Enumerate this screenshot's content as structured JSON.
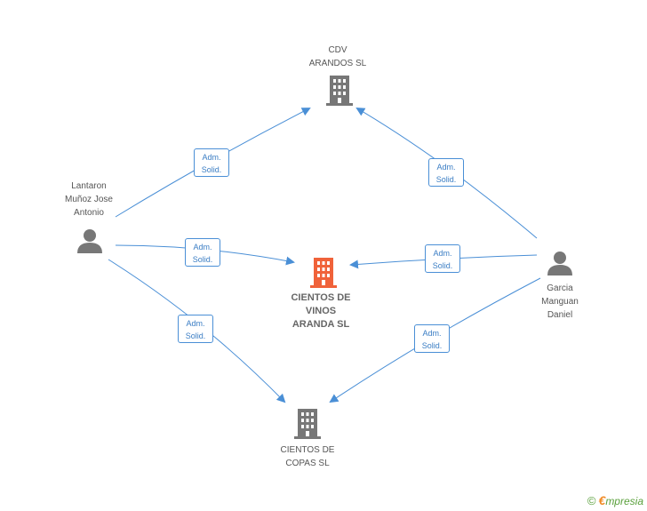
{
  "nodes": {
    "cdv": {
      "line1": "CDV",
      "line2": "ARANDOS SL"
    },
    "lantaron": {
      "line1": "Lantaron",
      "line2": "Muñoz Jose",
      "line3": "Antonio"
    },
    "vinos": {
      "line1": "CIENTOS DE",
      "line2": "VINOS",
      "line3": "ARANDA SL"
    },
    "garcia": {
      "line1": "Garcia",
      "line2": "Manguan",
      "line3": "Daniel"
    },
    "copas": {
      "line1": "CIENTOS DE",
      "line2": "COPAS SL"
    }
  },
  "relation": {
    "line1": "Adm.",
    "line2": "Solid."
  },
  "brand": {
    "copyright": "©",
    "e": "€",
    "name": "mpresia"
  },
  "colors": {
    "link": "#4a8fd6",
    "company": "#777777",
    "main_company": "#f0623a",
    "person": "#777777"
  }
}
